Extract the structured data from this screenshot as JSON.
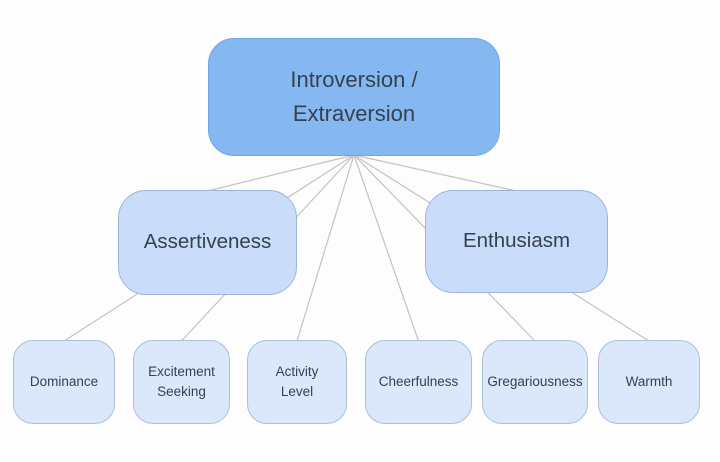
{
  "nodes": {
    "root": {
      "id": "root",
      "label": "Introversion /\nExtraversion",
      "level": "trait"
    },
    "assertiveness": {
      "id": "assertiveness",
      "label": "Assertiveness",
      "level": "aspect"
    },
    "enthusiasm": {
      "id": "enthusiasm",
      "label": "Enthusiasm",
      "level": "aspect"
    },
    "dominance": {
      "id": "dominance",
      "label": "Dominance",
      "level": "facet"
    },
    "excitement_seeking": {
      "id": "excitement_seeking",
      "label": "Excitement\nSeeking",
      "level": "facet"
    },
    "activity_level": {
      "id": "activity_level",
      "label": "Activity\nLevel",
      "level": "facet"
    },
    "cheerfulness": {
      "id": "cheerfulness",
      "label": "Cheerfulness",
      "level": "facet"
    },
    "gregariousness": {
      "id": "gregariousness",
      "label": "Gregariousness",
      "level": "facet"
    },
    "warmth": {
      "id": "warmth",
      "label": "Warmth",
      "level": "facet"
    }
  },
  "edges": [
    {
      "from": "root",
      "to": "assertiveness"
    },
    {
      "from": "root",
      "to": "enthusiasm"
    },
    {
      "from": "root",
      "to": "dominance"
    },
    {
      "from": "root",
      "to": "excitement_seeking"
    },
    {
      "from": "root",
      "to": "activity_level"
    },
    {
      "from": "root",
      "to": "cheerfulness"
    },
    {
      "from": "root",
      "to": "gregariousness"
    },
    {
      "from": "root",
      "to": "warmth"
    }
  ],
  "colors": {
    "trait_fill": "#85b8f0",
    "trait_border": "#6fa6e3",
    "aspect_fill": "#c9dcf9",
    "aspect_border": "#9eb5da",
    "facet_fill": "#dbe7fb",
    "facet_border": "#aebfd8",
    "edge_color": "#c6c2bd",
    "text_color": "#36414f",
    "background": "#fdfdfd"
  }
}
